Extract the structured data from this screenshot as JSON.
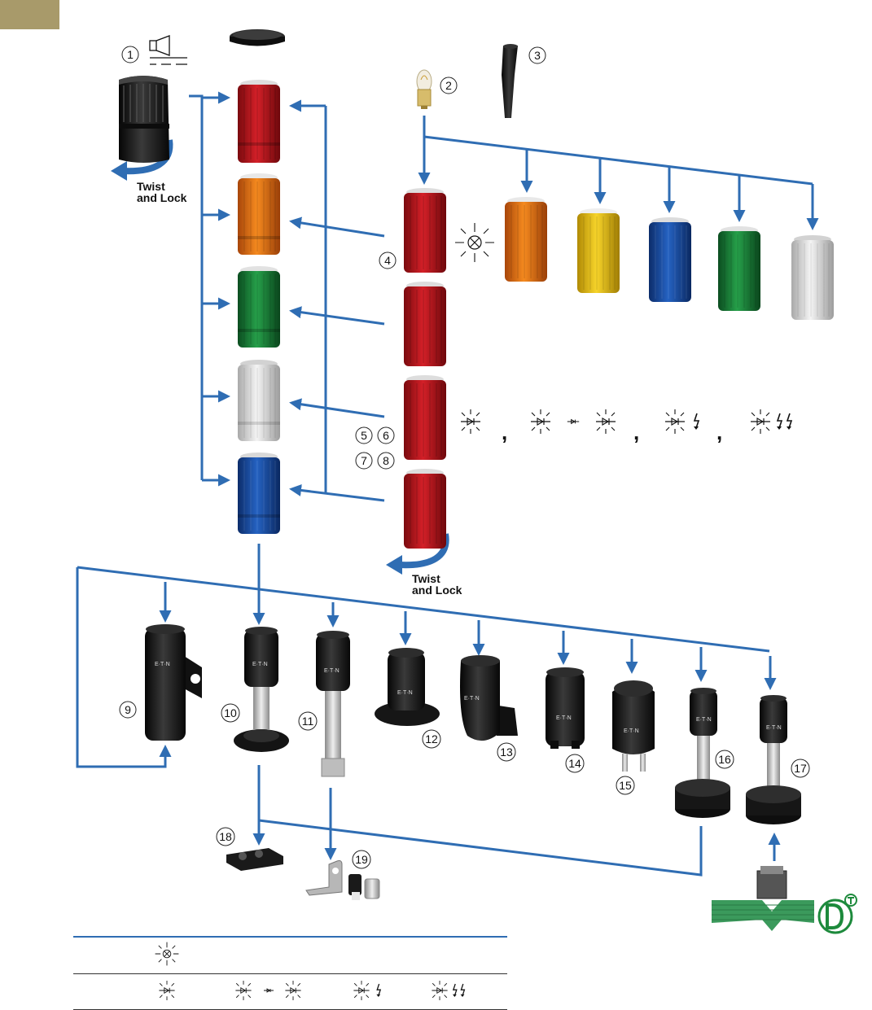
{
  "labels": {
    "twist_line1": "Twist",
    "twist_line2": "and Lock",
    "brand_mark": "E·T·N"
  },
  "callouts": [
    "1",
    "2",
    "3",
    "4",
    "5",
    "6",
    "7",
    "8",
    "9",
    "10",
    "11",
    "12",
    "13",
    "14",
    "15",
    "16",
    "17",
    "18",
    "19"
  ],
  "separators": [
    ",",
    ",",
    ","
  ],
  "colors": {
    "arrow": "#2f6db3",
    "corner_tab": "#a89a6a",
    "red": "#c0161c",
    "orange": "#e8740f",
    "yellow": "#f0c414",
    "blue": "#1b4ea8",
    "green": "#1d8a3c",
    "clear": "#e6e6e6",
    "black": "#1a1a1a",
    "cable_green": "#3b9a5c"
  },
  "icons": {
    "steady_light": "lamp-steady-icon",
    "led": "led-icon",
    "flash": "flash-icon",
    "double_flash": "double-flash-icon",
    "buzzer": "buzzer-icon",
    "dt_logo": "dt-logo"
  }
}
